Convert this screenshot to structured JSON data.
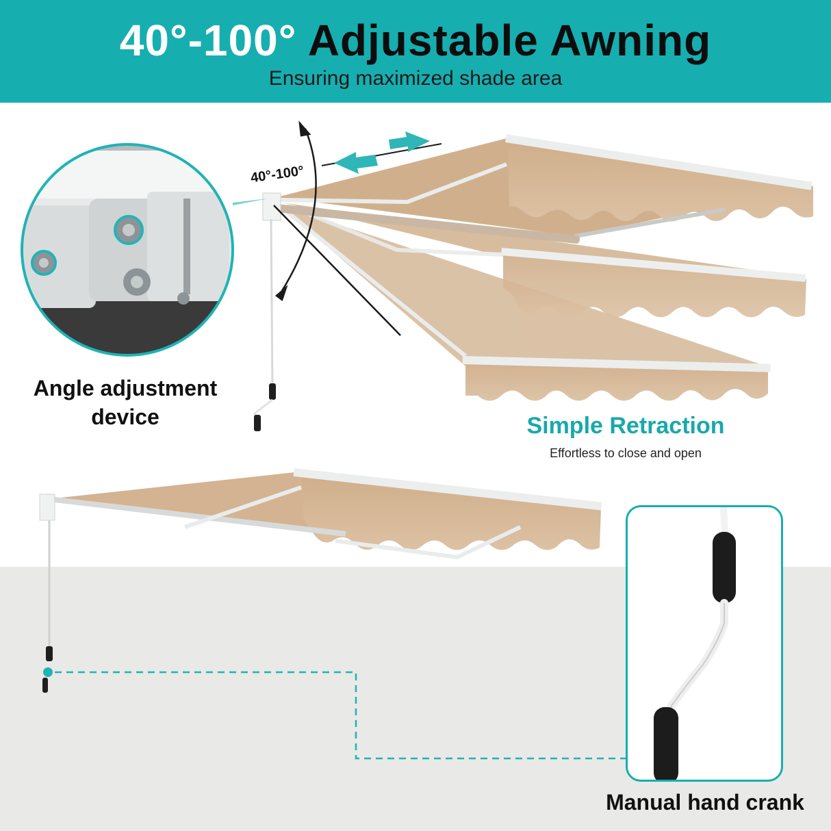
{
  "header": {
    "title_highlight": "40°-100°",
    "title_main": "Adjustable Awning",
    "subtitle": "Ensuring maximized shade area"
  },
  "features": {
    "angle_range": "40°-100°",
    "angle_device_label": "Angle adjustment device",
    "retraction_title": "Simple Retraction",
    "retraction_subtitle": "Effortless to close and open",
    "crank_label": "Manual hand crank"
  },
  "colors": {
    "accent": "#17aeb0",
    "fabric": "#d6b896",
    "frame": "#e9ecec",
    "floor": "#e9e9e7"
  }
}
